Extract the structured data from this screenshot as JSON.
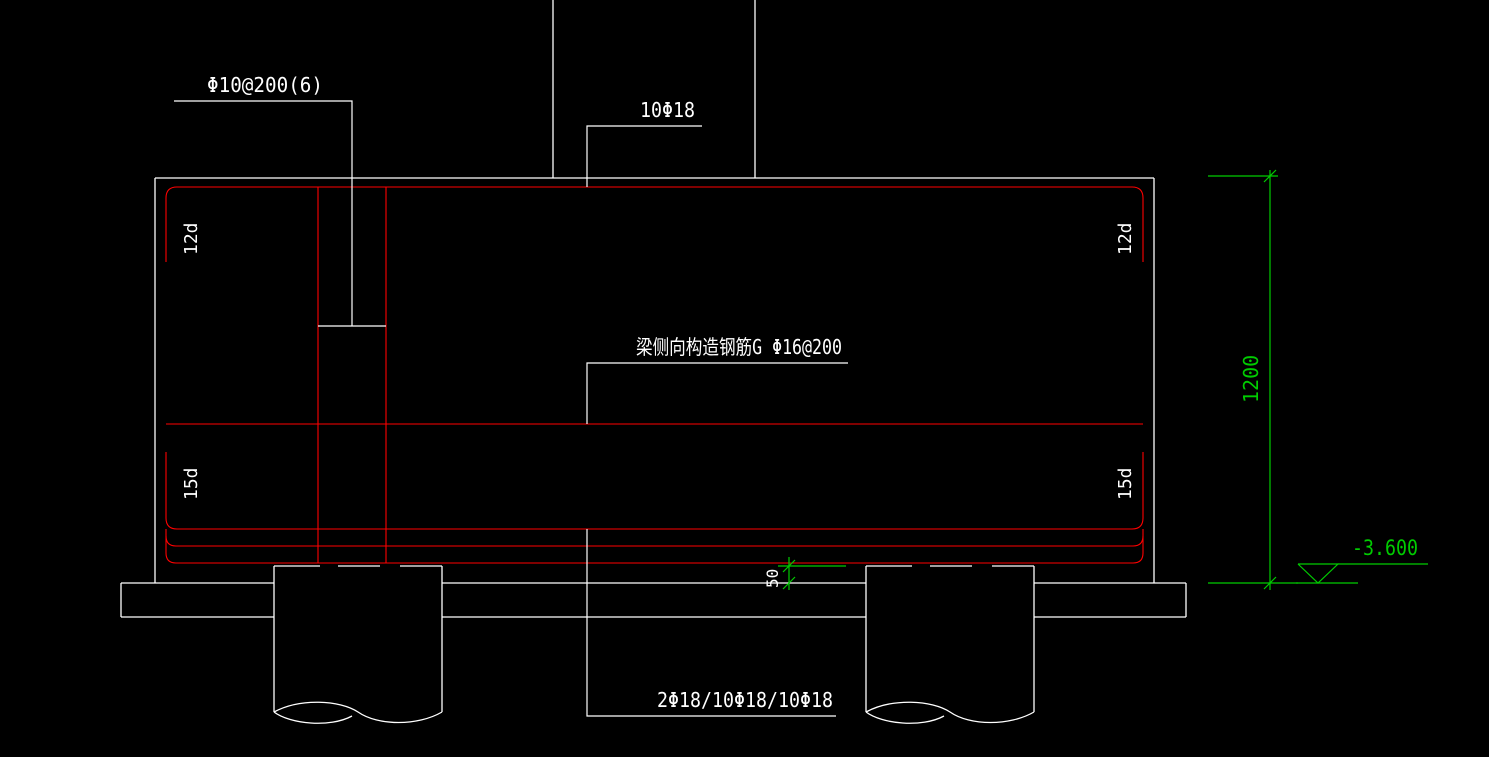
{
  "colors": {
    "background": "#000000",
    "outline": "#ffffff",
    "rebar": "#ff0000",
    "dimension": "#00cc00"
  },
  "labels": {
    "stirrup": "Φ10@200(6)",
    "top_bars": "10Φ18",
    "side_bars": "梁侧向构造钢筋G Φ16@200",
    "bottom_bars": "2Φ18/10Φ18/10Φ18",
    "anchor_top_left": "12d",
    "anchor_top_right": "12d",
    "anchor_bottom_left": "15d",
    "anchor_bottom_right": "15d",
    "cover_dim": "50",
    "height_dim": "1200",
    "elevation": "-3.600"
  }
}
